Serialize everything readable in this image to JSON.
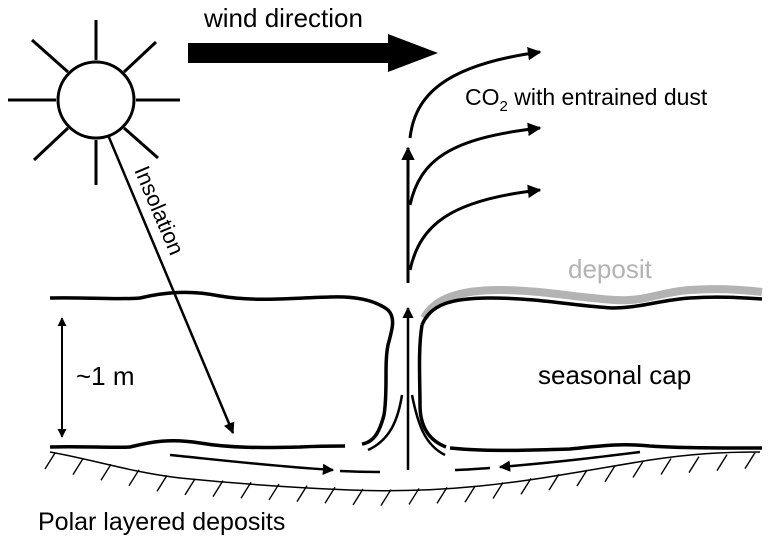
{
  "labels": {
    "wind_direction": "wind direction",
    "co2_main": "CO",
    "co2_sub": "2",
    "co2_rest": " with entrained dust",
    "insolation": "Insolation",
    "deposit": "deposit",
    "thickness": "~1 m",
    "seasonal_cap": "seasonal cap",
    "polar_layered_deposits": "Polar layered deposits"
  },
  "colors": {
    "ink": "#000000",
    "deposit": "#b3b3b3",
    "background": "#ffffff"
  },
  "icons": {
    "sun": "sun-icon"
  }
}
